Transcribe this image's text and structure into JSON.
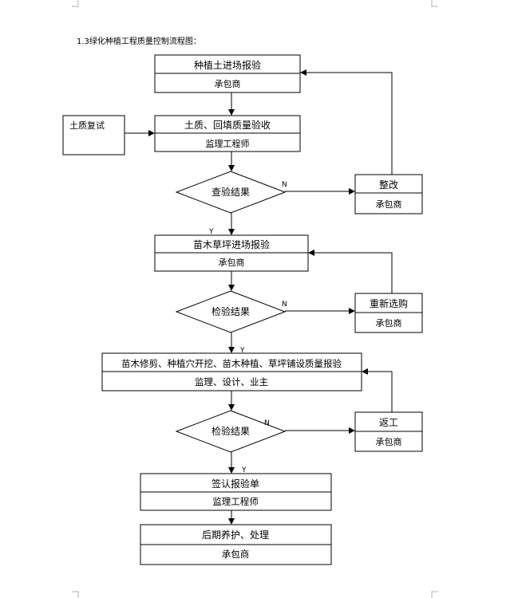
{
  "title": "1.3绿化种植工程质量控制流程图：",
  "nodes": {
    "soil_check": {
      "line1": "种植土进场报验",
      "line2": "承包商"
    },
    "soil_retest": {
      "label": "土质复试"
    },
    "backfill_accept": {
      "line1": "土质、回填质量验收",
      "line2": "监理工程师"
    },
    "decision1": {
      "label": "查验结果"
    },
    "rectify": {
      "line1": "整改",
      "line2": "承包商"
    },
    "seedling_check": {
      "line1": "苗木草坪进场报验",
      "line2": "承包商"
    },
    "decision2": {
      "label": "检验结果"
    },
    "reselect": {
      "line1": "重新选购",
      "line2": "承包商"
    },
    "planting_report": {
      "line1": "苗木修剪、种植穴开挖、苗木种植、草坪铺设质量报验",
      "line2": "监理、设计、业主"
    },
    "decision3": {
      "label": "检验结果"
    },
    "rework": {
      "line1": "返工",
      "line2": "承包商"
    },
    "sign_report": {
      "line1": "签认报验单",
      "line2": "监理工程师"
    },
    "maintenance": {
      "line1": "后期养护、处理",
      "line2": "承包商"
    }
  },
  "edge_labels": {
    "no": "N",
    "yes": "Y"
  }
}
